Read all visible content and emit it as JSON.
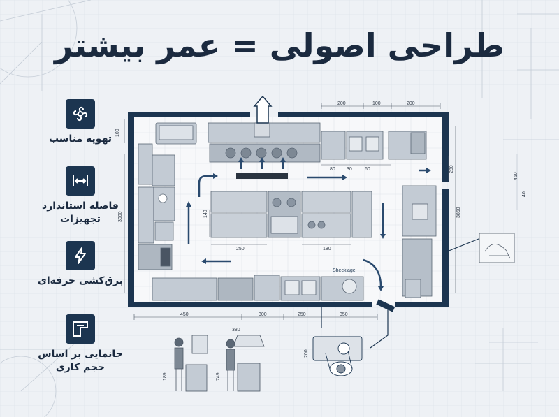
{
  "title": "طراحی اصولی = عمر بیشتر",
  "features": [
    {
      "icon": "ventilation-icon",
      "label": "تهویه مناسب"
    },
    {
      "icon": "spacing-icon",
      "label": "فاصله استاندارد تجهیزات"
    },
    {
      "icon": "lightning-icon",
      "label": "برق‌کشی حرفه‌ای"
    },
    {
      "icon": "layout-icon",
      "label": "جانمایی بر اساس حجم کاری"
    }
  ],
  "dimensions": {
    "top_200a": "200",
    "top_100": "100",
    "top_200b": "200",
    "left_100": "100",
    "left_3000": "3000",
    "inner_80": "80",
    "inner_30": "30",
    "inner_60": "60",
    "inner_140": "140",
    "inner_250": "250",
    "inner_180": "180",
    "right_280": "280",
    "right_3850": "3850",
    "bottom_450": "450",
    "bottom_300": "300",
    "bottom_250": "250",
    "bottom_350": "350",
    "fig_380": "380",
    "fig_189": "189",
    "fig_749": "749",
    "fig_200": "200",
    "side_450": "450",
    "side_40": "40"
  },
  "labels": {
    "sink_label": "Sheckiage"
  },
  "colors": {
    "wall": "#1c3550",
    "steel": "#b9c2cc",
    "arrow": "#2a4a6e",
    "background": "#eef1f5"
  }
}
